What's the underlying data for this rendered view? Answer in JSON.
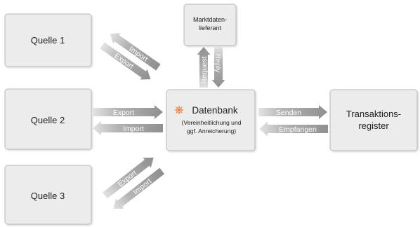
{
  "nodes": {
    "quelle_1": "Quelle 1",
    "quelle_2": "Quelle 2",
    "quelle_3": "Quelle 3",
    "marktdaten": {
      "line1": "Marktdaten-",
      "line2": "lieferant"
    },
    "datenbank": {
      "title": "Datenbank",
      "sub1": "(Vereinheitlichung und",
      "sub2": "ggf. Anreicherung)"
    },
    "transaktionsregister": {
      "line1": "Transaktions-",
      "line2": "register"
    }
  },
  "arrows": {
    "q1_import": "Import",
    "q1_export": "Export",
    "q2_export": "Export",
    "q2_import": "Import",
    "q3_export": "Export",
    "q3_import": "Import",
    "request": "Request",
    "reply": "Reply",
    "senden": "Senden",
    "empfangen": "Empfangen"
  },
  "colors": {
    "arrow": "#a3a3a3",
    "box_fill": "#ececec",
    "box_border": "#b9b9b9",
    "logo": "#f0823a"
  },
  "icons": {
    "database_logo": "sun-icon"
  }
}
